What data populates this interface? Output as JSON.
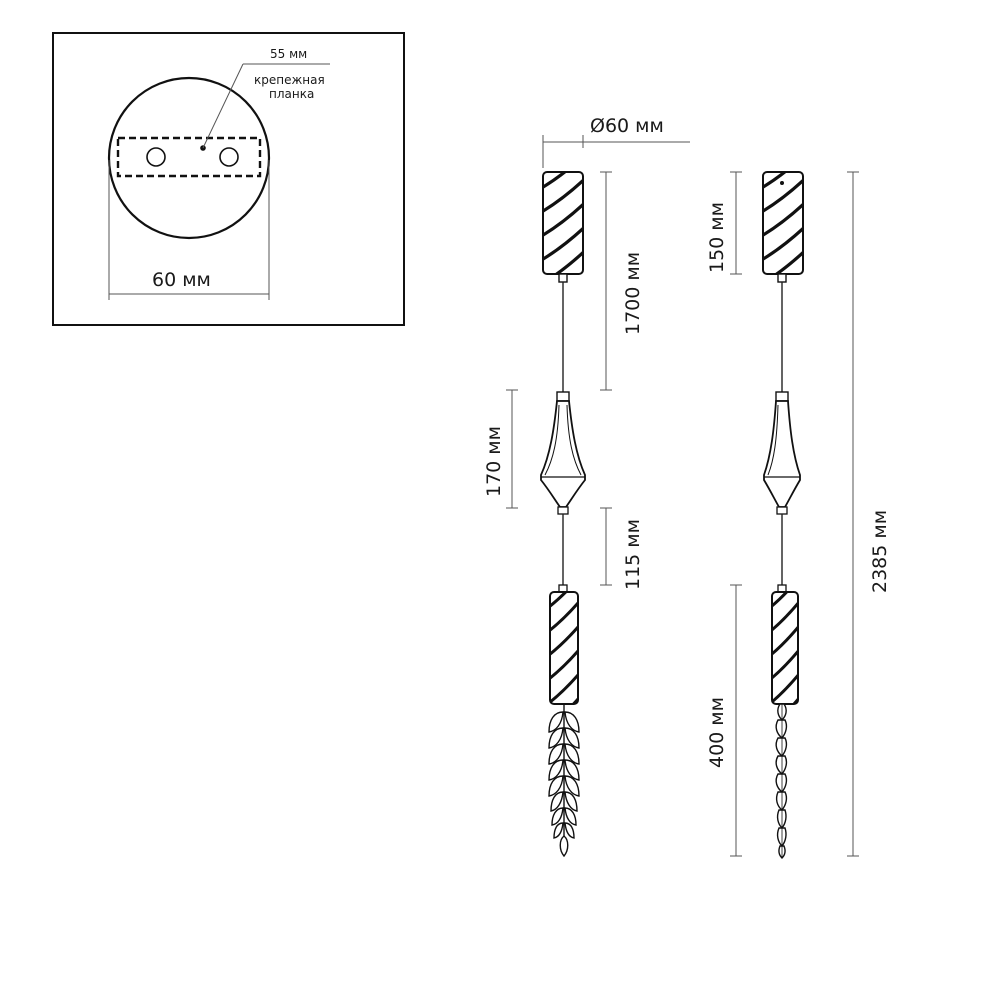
{
  "canopy_view": {
    "bracket_width": "55 мм",
    "bracket_label_line1": "крепежная",
    "bracket_label_line2": "планка",
    "canopy_diameter": "60 мм"
  },
  "front_view": {
    "diameter": "Ø60 мм",
    "canopy_to_cone": "1700 мм",
    "cone_height": "170 мм",
    "gap_to_holder": "115 мм"
  },
  "side_view": {
    "canopy_height": "150 мм",
    "total_height": "2385 мм",
    "pendant_length": "400 мм"
  },
  "colors": {
    "line": "#222222",
    "dimension_line": "#555555",
    "background": "#ffffff"
  }
}
